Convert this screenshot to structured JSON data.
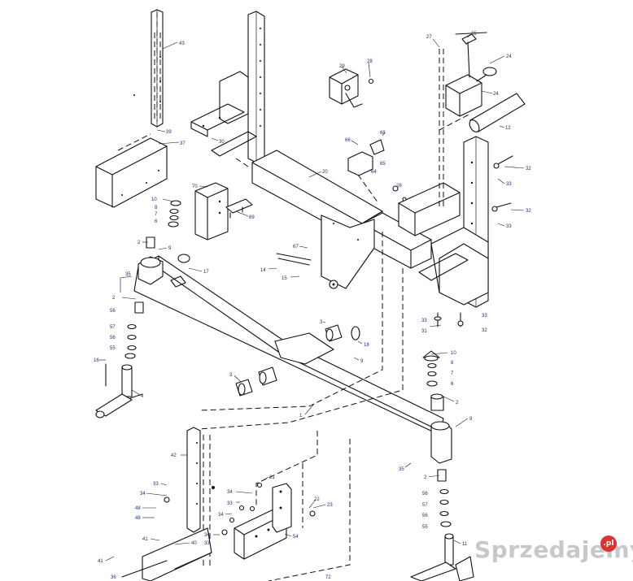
{
  "watermark": {
    "text": "Sprzedajemy",
    "badge": ".pl",
    "color": "#c8c8c8",
    "badge_color": "#dd3333"
  },
  "labels": {
    "l43": "43",
    "l39": "39",
    "l37": "37",
    "l30": "30",
    "l20": "20",
    "l29": "29",
    "l28a": "28",
    "l27": "27",
    "l25": "25",
    "l24a": "24",
    "l24b": "24",
    "l12": "12",
    "l66": "66",
    "l68": "68",
    "l65": "65",
    "l64": "64",
    "l28b": "28",
    "l32a": "32",
    "l33a": "33",
    "l33b": "33",
    "l32b": "32",
    "l70": "70",
    "l69": "69",
    "l10a": "10",
    "l8a": "8",
    "l7a": "7",
    "l6a": "6",
    "l2a": "2",
    "l9a": "9",
    "l17": "17",
    "l67": "67",
    "l14": "14",
    "l15": "15",
    "l35a": "35",
    "l2b": "2",
    "l56a": "56",
    "l57a": "57",
    "l56b": "56",
    "l55a": "55",
    "l16": "16",
    "l4": "4",
    "l3a": "3",
    "l18": "18",
    "l9b": "9",
    "l33c": "33",
    "l31": "31",
    "l33d": "33",
    "l32c": "32",
    "l10b": "10",
    "l8b": "8",
    "l7b": "7",
    "l6b": "6",
    "l3b": "3",
    "l2c": "2",
    "l1": "1",
    "l9c": "9",
    "l35b": "35",
    "l2d": "2",
    "l56c": "56",
    "l57b": "57",
    "l56d": "56",
    "l55b": "55",
    "l11": "11",
    "l42": "42",
    "l33e": "33",
    "l34a": "34",
    "l48a": "48",
    "l48b": "48",
    "l41a": "41",
    "l40": "40",
    "l41b": "41",
    "l36": "36",
    "l21": "21",
    "l34b": "34",
    "l22": "22",
    "l23": "23",
    "l33f": "33",
    "l34c": "34",
    "l34d": "34",
    "l33g": "33",
    "l54": "54",
    "l72": "72"
  }
}
